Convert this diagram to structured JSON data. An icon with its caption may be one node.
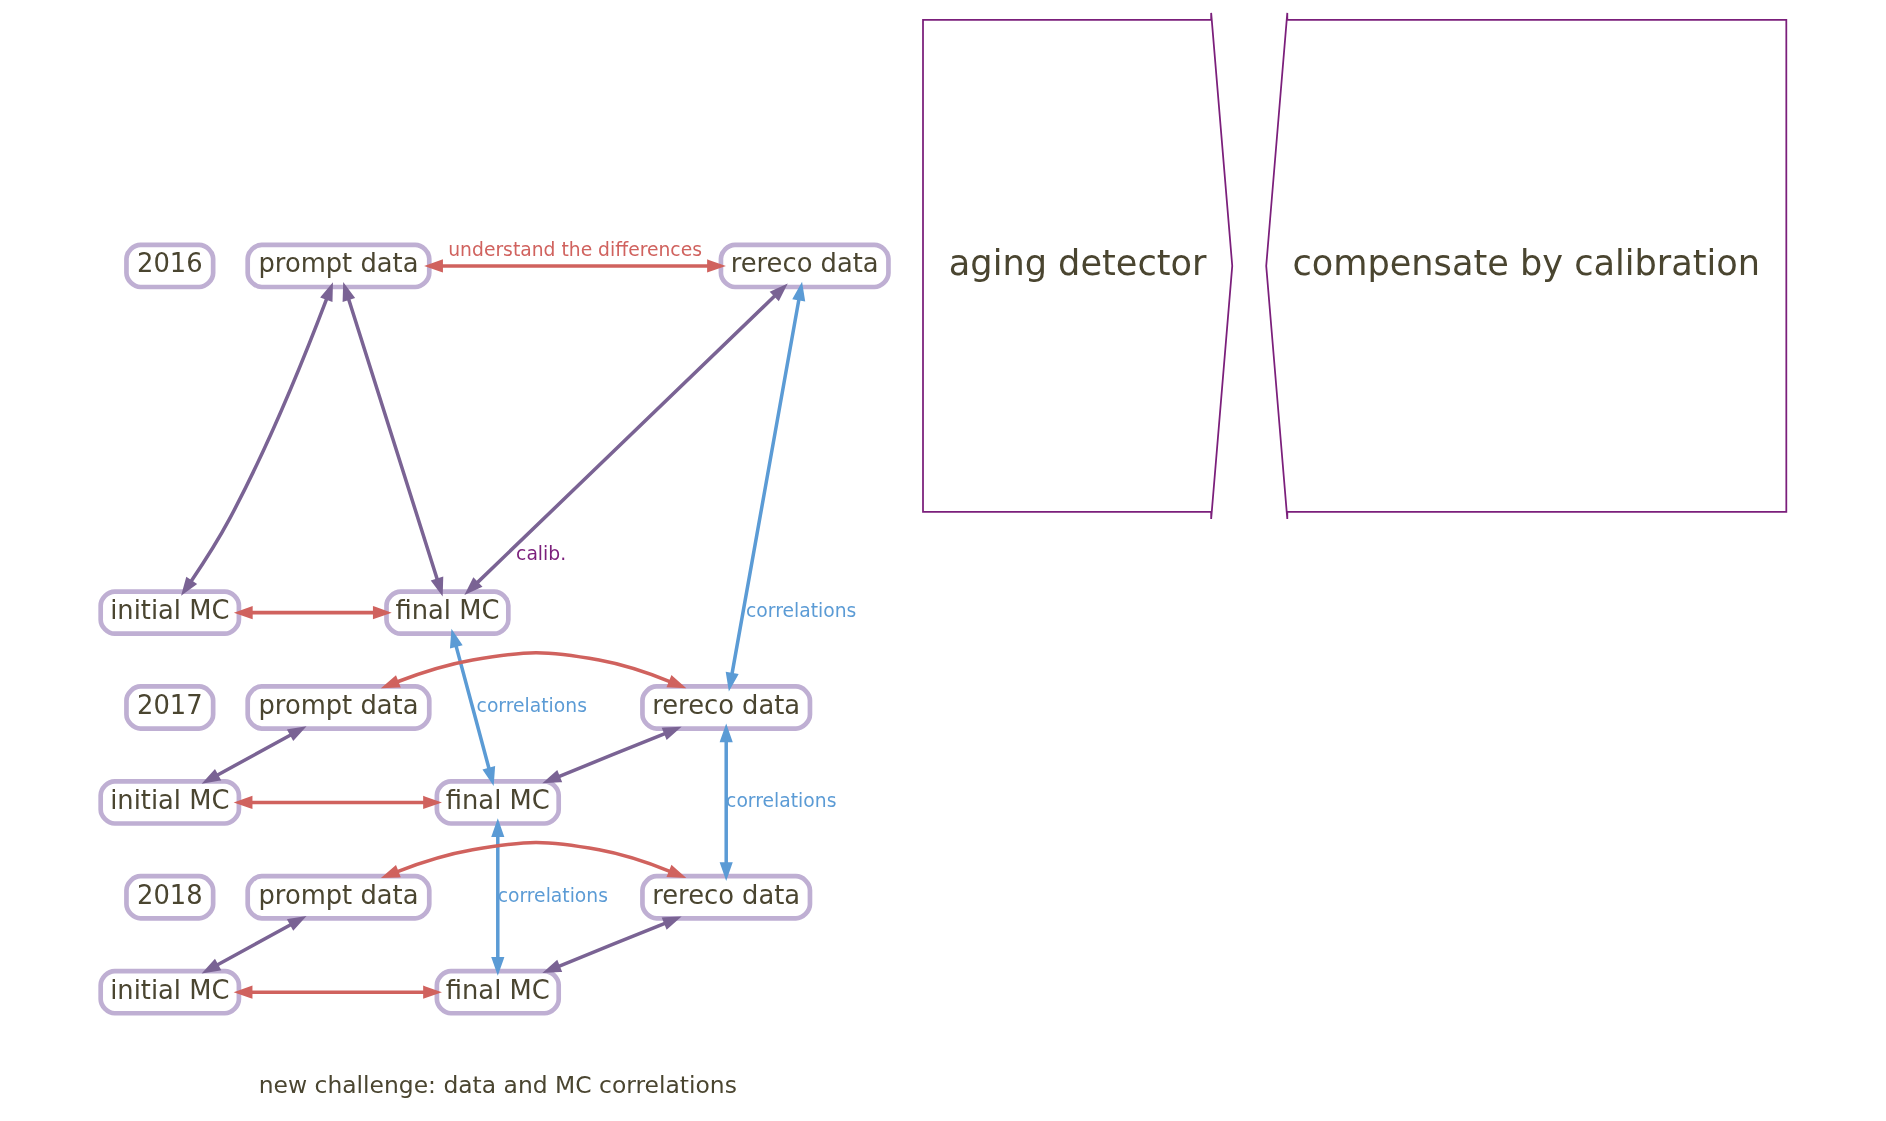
{
  "diagram": {
    "nodes": [
      {
        "text": [
          "2016"
        ]
      },
      {
        "text": [
          "prompt data"
        ]
      },
      {
        "text": [
          "rereco data"
        ]
      },
      {
        "text": [
          "initial MC"
        ]
      },
      {
        "text": [
          "final MC"
        ]
      },
      {
        "text": [
          "2017"
        ]
      },
      {
        "text": [
          "prompt data"
        ]
      },
      {
        "text": [
          "rereco data"
        ]
      },
      {
        "text": [
          "initial MC"
        ]
      },
      {
        "text": [
          "final MC"
        ]
      },
      {
        "text": [
          "2018"
        ]
      },
      {
        "text": [
          "prompt data"
        ]
      },
      {
        "text": [
          "rereco data"
        ]
      },
      {
        "text": [
          "initial MC"
        ]
      },
      {
        "text": [
          "final MC"
        ]
      },
      {
        "text": [
          "aging detector"
        ]
      },
      {
        "text": [
          "compensate by calibration"
        ]
      }
    ],
    "edges": [
      {
        "from": 1,
        "to": 2,
        "arrow": "both",
        "label": "understand the differences",
        "color": "#d0625e"
      },
      {
        "from": 1,
        "to": 3,
        "arrow": "both"
      },
      {
        "from": 1,
        "to": 4,
        "arrow": "both"
      },
      {
        "from": 3,
        "to": 4,
        "arrow": "both",
        "color": "#d0625e"
      },
      {
        "from": 4,
        "to": 2,
        "arrow": "both",
        "label": "calib."
      },
      {
        "from": 2,
        "to": 7,
        "arrow": "both",
        "label": "correlations",
        "color": "#5b9bd5"
      },
      {
        "from": 4,
        "to": 9,
        "arrow": "both",
        "label": "correlations",
        "color": "#5b9bd5"
      },
      {
        "from": 6,
        "to": 7,
        "arrow": "both",
        "color": "#d0625e"
      },
      {
        "from": 6,
        "to": 8,
        "arrow": "both"
      },
      {
        "from": 8,
        "to": 9,
        "arrow": "both",
        "color": "#d0625e"
      },
      {
        "from": 7,
        "to": 9,
        "arrow": "both"
      },
      {
        "from": 7,
        "to": 12,
        "arrow": "both",
        "label": "correlations",
        "color": "#5b9bd5"
      },
      {
        "from": 9,
        "to": 14,
        "arrow": "both",
        "label": "correlations",
        "color": "#5b9bd5"
      },
      {
        "from": 11,
        "to": 12,
        "arrow": "both",
        "color": "#d0625e"
      },
      {
        "from": 11,
        "to": 13,
        "arrow": "both"
      },
      {
        "from": 13,
        "to": 14,
        "arrow": "both",
        "color": "#d0625e"
      },
      {
        "from": 12,
        "to": 14,
        "arrow": "both"
      }
    ],
    "labels": [
      "new challenge: data and MC correlations"
    ]
  }
}
